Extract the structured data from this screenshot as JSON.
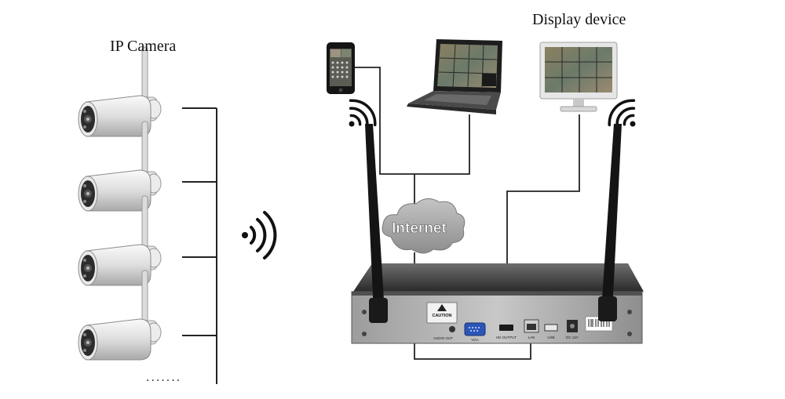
{
  "labels": {
    "ip_camera": "IP Camera",
    "display_device": "Display device",
    "internet": "Internet",
    "more_cameras": ".......",
    "caution": "CAUTION"
  },
  "nvr_ports": {
    "audio": "AUDIO OUT",
    "vga": "VGA",
    "hdmi": "HD OUTPUT",
    "lan": "LAN",
    "usb": "USB",
    "power": "DC 12V"
  },
  "icons": {
    "camera": "bullet-camera-icon",
    "phone": "smartphone-icon",
    "laptop": "laptop-icon",
    "monitor": "monitor-icon",
    "wifi": "wifi-signal-icon",
    "cloud": "cloud-icon",
    "nvr": "nvr-recorder-icon"
  },
  "colors": {
    "line": "#222222",
    "device_body": "#1e1e1e",
    "camera_body": "#e8e8e8",
    "cloud": "#a8a8a8"
  }
}
